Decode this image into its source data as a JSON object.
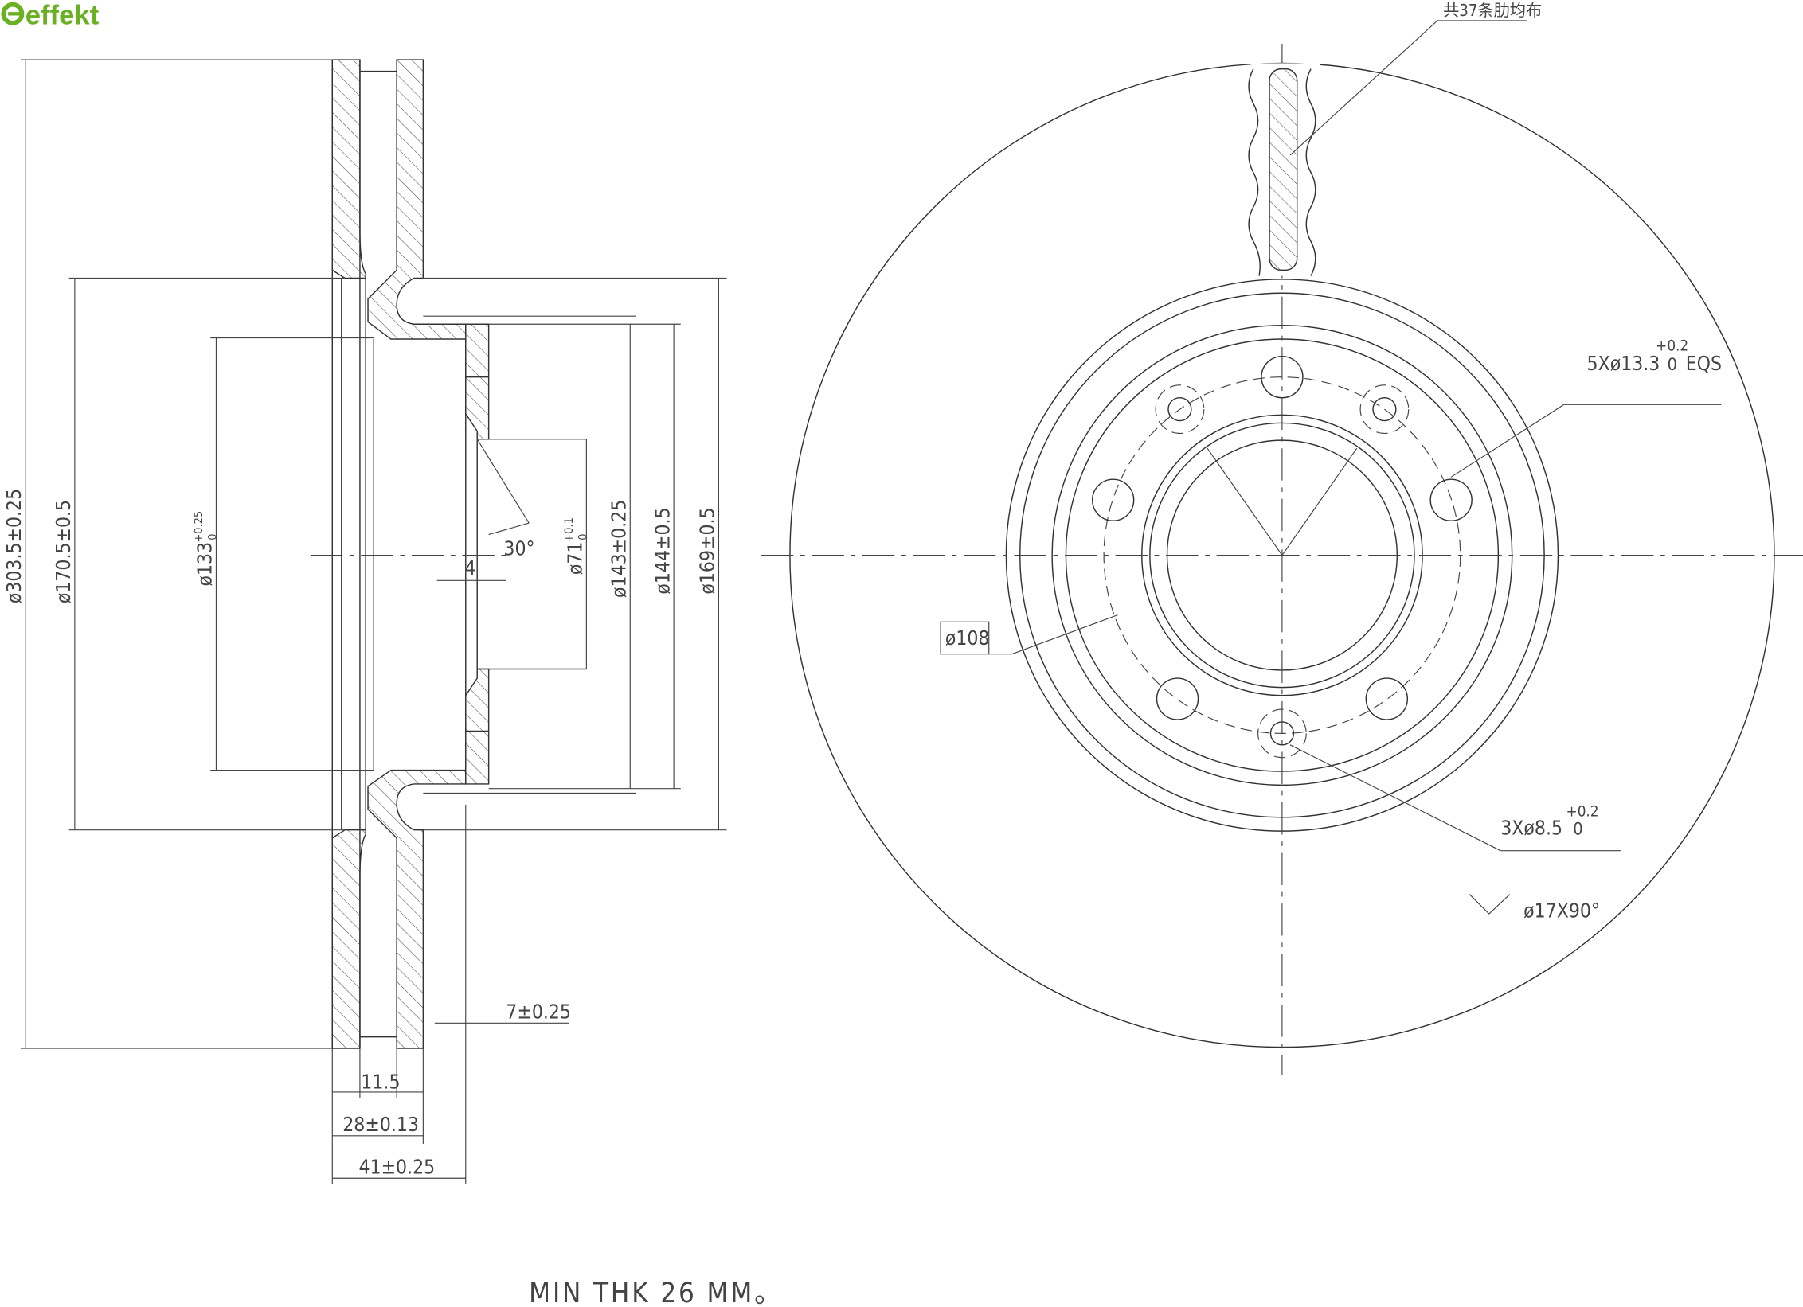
{
  "logo": {
    "text": "effekt",
    "color": "#6ab023"
  },
  "side_view": {
    "dims": {
      "outer_diameter": "ø303.5±0.25",
      "hat_diameter": "ø170.5±0.5",
      "bore_outer": {
        "main": "ø133",
        "upper": "+0.25",
        "lower": "0"
      },
      "center_bore": {
        "main": "ø71",
        "upper": "+0.1",
        "lower": "0"
      },
      "d143": "ø143±0.25",
      "d144": "ø144±0.5",
      "d169": "ø169±0.5",
      "angle": "30°",
      "step": "4",
      "offset": "7±0.25",
      "vent_width": "11.5",
      "thickness": "28±0.13",
      "total_height": "41±0.25"
    }
  },
  "front_view": {
    "rib_note": "共37条肋均布",
    "bolt_holes": {
      "main": "5Xø13.3",
      "upper": "+0.2",
      "lower": "0",
      "suffix": "EQS"
    },
    "pcd": "ø108",
    "small_holes": {
      "main": "3Xø8.5",
      "upper": "+0.2",
      "lower": "0"
    },
    "chamfer": "ø17X90°"
  },
  "footer_note": "MIN THK 26 MM。"
}
